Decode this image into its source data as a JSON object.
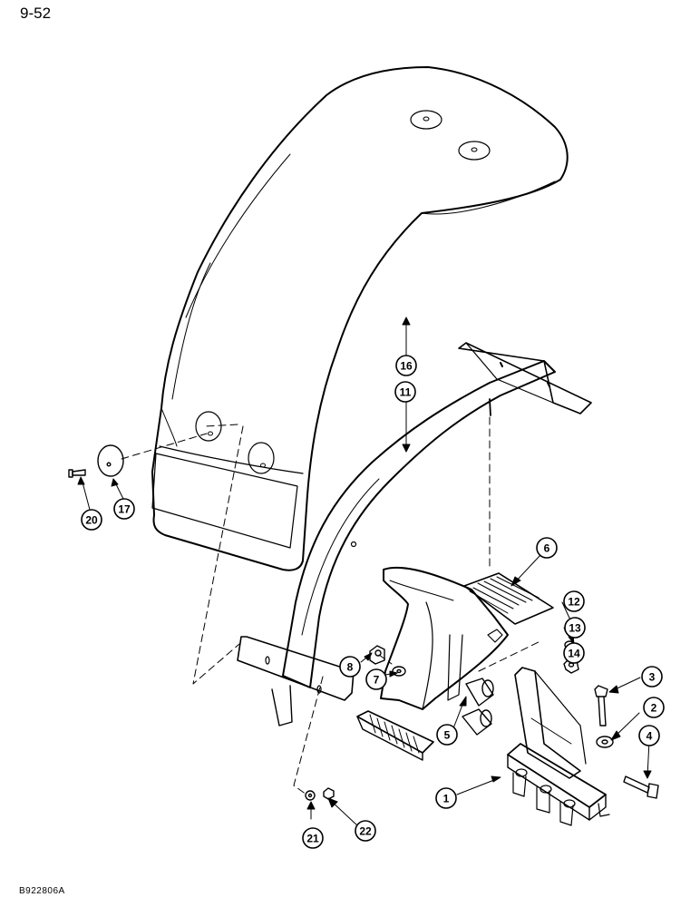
{
  "page": {
    "page_number": "9-52",
    "figure_code": "B922806A"
  },
  "callouts": [
    {
      "id": "c1",
      "label": "1"
    },
    {
      "id": "c2",
      "label": "2"
    },
    {
      "id": "c3",
      "label": "3"
    },
    {
      "id": "c4",
      "label": "4"
    },
    {
      "id": "c5",
      "label": "5"
    },
    {
      "id": "c6",
      "label": "6"
    },
    {
      "id": "c7",
      "label": "7"
    },
    {
      "id": "c8",
      "label": "8"
    },
    {
      "id": "c11",
      "label": "11"
    },
    {
      "id": "c12",
      "label": "12"
    },
    {
      "id": "c13",
      "label": "13"
    },
    {
      "id": "c14",
      "label": "14"
    },
    {
      "id": "c16",
      "label": "16"
    },
    {
      "id": "c17",
      "label": "17"
    },
    {
      "id": "c20",
      "label": "20"
    },
    {
      "id": "c21",
      "label": "21"
    },
    {
      "id": "c22",
      "label": "22"
    }
  ]
}
